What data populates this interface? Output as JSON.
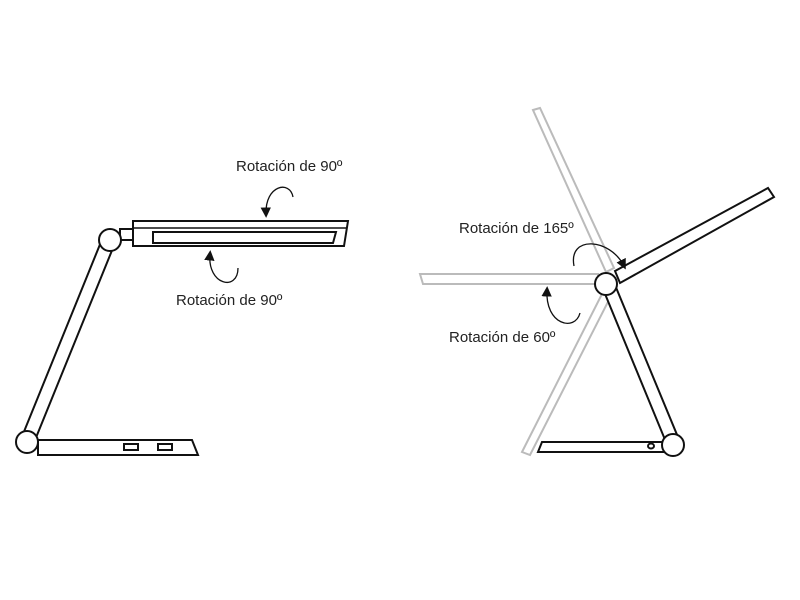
{
  "left_lamp": {
    "label_top": "Rotación de 90º",
    "label_bottom": "Rotación de 90º"
  },
  "right_lamp": {
    "label_top": "Rotación de 165º",
    "label_bottom": "Rotación de 60º"
  },
  "colors": {
    "line": "#111111",
    "ghost": "#bbbbbb"
  }
}
